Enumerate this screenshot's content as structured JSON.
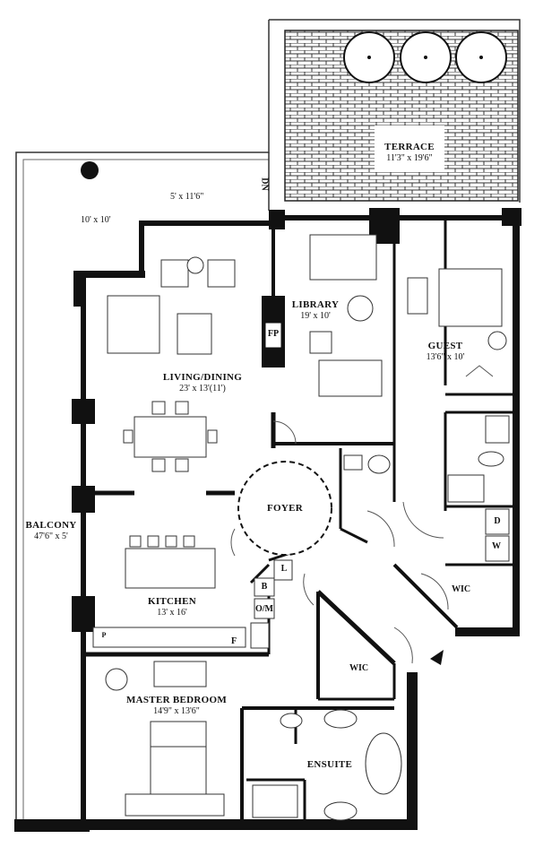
{
  "rooms": {
    "terrace": {
      "name": "TERRACE",
      "dims": "11'3\" x 19'6\""
    },
    "library": {
      "name": "LIBRARY",
      "dims": "19' x 10'"
    },
    "guest": {
      "name": "GUEST",
      "dims": "13'6\" x 10'"
    },
    "living": {
      "name": "LIVING/DINING",
      "dims": "23' x 13'(11')"
    },
    "foyer": {
      "name": "FOYER"
    },
    "balcony": {
      "name": "BALCONY",
      "dims": "47'6\" x 5'"
    },
    "kitchen": {
      "name": "KITCHEN",
      "dims": "13' x 16'"
    },
    "master": {
      "name": "MASTER BEDROOM",
      "dims": "14'9\" x 13'6\""
    },
    "ensuite": {
      "name": "ENSUITE"
    }
  },
  "labels": {
    "balcony_top": "5' x 11'6\"",
    "balcony_corner": "10' x 10'",
    "dn": "DN",
    "fp": "FP",
    "wic_guest": "WIC",
    "wic_master": "WIC",
    "dryer": "D",
    "washer": "W",
    "linen": "L",
    "b": "B",
    "om": "O/M",
    "f": "F",
    "p": "P"
  }
}
